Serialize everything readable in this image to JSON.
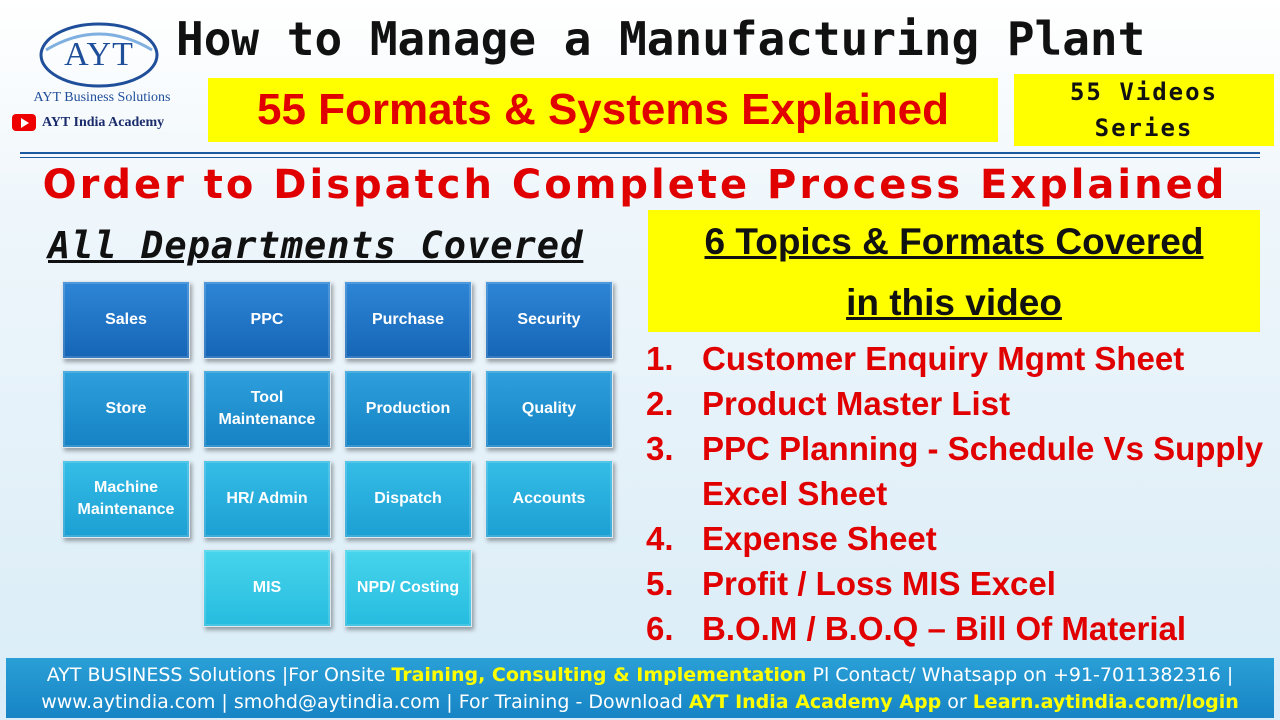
{
  "logo": {
    "text": "AYT",
    "company": "AYT Business Solutions",
    "youtube_label": "AYT India Academy",
    "icon": "youtube-icon"
  },
  "header": {
    "title": "How to Manage a Manufacturing Plant",
    "subtitle": "55 Formats & Systems Explained",
    "series_line1": "55 Videos",
    "series_line2": "Series"
  },
  "process_title": "Order to Dispatch Complete Process Explained",
  "departments": {
    "title": "All Departments Covered",
    "tiles": [
      "Sales",
      "PPC",
      "Purchase",
      "Security",
      "Store",
      "Tool Maintenance",
      "Production",
      "Quality",
      "Machine Maintenance",
      "HR/ Admin",
      "Dispatch",
      "Accounts",
      "MIS",
      "NPD/ Costing"
    ]
  },
  "topics": {
    "heading_line1": "6 Topics & Formats Covered",
    "heading_line2": "in this video",
    "items": [
      {
        "num": "1.",
        "text": "Customer Enquiry Mgmt Sheet"
      },
      {
        "num": "2.",
        "text": "Product Master List"
      },
      {
        "num": "3.",
        "text": "PPC Planning - Schedule Vs Supply Excel Sheet"
      },
      {
        "num": "4.",
        "text": "Expense Sheet"
      },
      {
        "num": "5.",
        "text": "Profit / Loss MIS Excel"
      },
      {
        "num": "6.",
        "text": "B.O.M / B.O.Q – Bill Of Material"
      }
    ]
  },
  "footer": {
    "l1_a": "AYT BUSINESS Solutions |For Onsite ",
    "l1_b": "Training, Consulting & Implementation",
    "l1_c": " Pl Contact/ Whatsapp on +91-7011382316 |",
    "l2_a": "www.aytindia.com  | smohd@aytindia.com | For Training - Download ",
    "l2_b": "AYT India Academy App",
    "l2_c": " or ",
    "l2_d": "Learn.aytindia.com/login"
  },
  "colors": {
    "red": "#e10000",
    "yellow": "#ffff00",
    "blue_dark": "#1565b6",
    "blue_light": "#26bcdf",
    "footer_blue": "#1784c5"
  }
}
